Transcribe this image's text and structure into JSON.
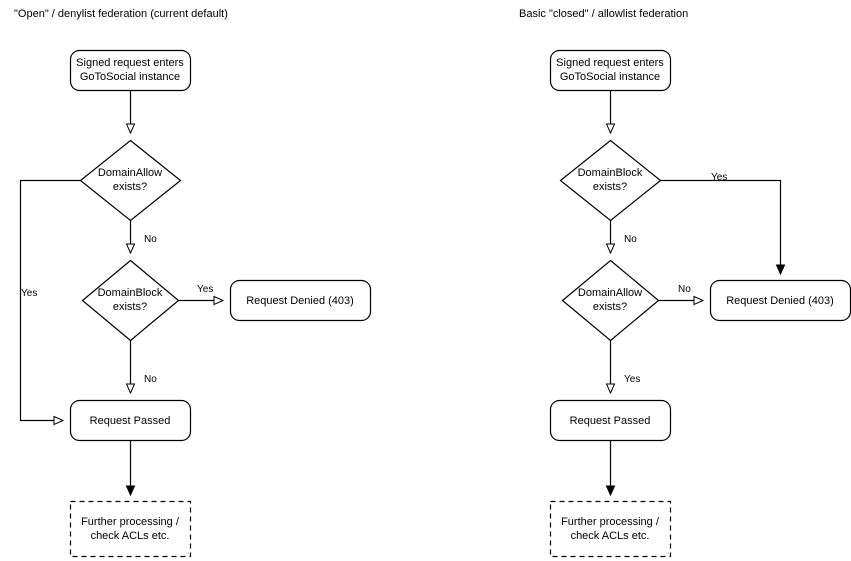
{
  "page": {
    "background": "#ffffff",
    "stroke_color": "#000000",
    "text_color": "#000000"
  },
  "diagrams": [
    {
      "id": "open-denylist",
      "title": "\"Open\" / denylist federation (current default)",
      "nodes": [
        {
          "id": "start",
          "shape": "rounded-rect",
          "label": "Signed request enters\nGoToSocial instance"
        },
        {
          "id": "allow",
          "shape": "diamond",
          "label": "DomainAllow\nexists?"
        },
        {
          "id": "block",
          "shape": "diamond",
          "label": "DomainBlock\nexists?"
        },
        {
          "id": "denied",
          "shape": "rounded-rect",
          "label": "Request Denied (403)"
        },
        {
          "id": "passed",
          "shape": "rounded-rect",
          "label": "Request Passed"
        },
        {
          "id": "further",
          "shape": "dashed-rect",
          "label": "Further processing /\ncheck ACLs etc."
        }
      ],
      "edges": [
        {
          "from": "start",
          "to": "allow",
          "label": ""
        },
        {
          "from": "allow",
          "to": "passed",
          "label": "Yes"
        },
        {
          "from": "allow",
          "to": "block",
          "label": "No"
        },
        {
          "from": "block",
          "to": "denied",
          "label": "Yes"
        },
        {
          "from": "block",
          "to": "passed",
          "label": "No"
        },
        {
          "from": "passed",
          "to": "further",
          "label": ""
        }
      ]
    },
    {
      "id": "closed-allowlist",
      "title": "Basic \"closed\" / allowlist federation",
      "nodes": [
        {
          "id": "start",
          "shape": "rounded-rect",
          "label": "Signed request enters\nGoToSocial instance"
        },
        {
          "id": "block",
          "shape": "diamond",
          "label": "DomainBlock\nexists?"
        },
        {
          "id": "allow",
          "shape": "diamond",
          "label": "DomainAllow\nexists?"
        },
        {
          "id": "denied",
          "shape": "rounded-rect",
          "label": "Request Denied (403)"
        },
        {
          "id": "passed",
          "shape": "rounded-rect",
          "label": "Request Passed"
        },
        {
          "id": "further",
          "shape": "dashed-rect",
          "label": "Further processing /\ncheck ACLs etc."
        }
      ],
      "edges": [
        {
          "from": "start",
          "to": "block",
          "label": ""
        },
        {
          "from": "block",
          "to": "denied",
          "label": "Yes"
        },
        {
          "from": "block",
          "to": "allow",
          "label": "No"
        },
        {
          "from": "allow",
          "to": "denied",
          "label": "No"
        },
        {
          "from": "allow",
          "to": "passed",
          "label": "Yes"
        },
        {
          "from": "passed",
          "to": "further",
          "label": ""
        }
      ]
    }
  ],
  "labels": {
    "left": {
      "title": "\"Open\" / denylist federation (current default)",
      "start": "Signed request enters\nGoToSocial instance",
      "allow": "DomainAllow\nexists?",
      "block": "DomainBlock\nexists?",
      "denied": "Request Denied (403)",
      "passed": "Request Passed",
      "further": "Further processing /\ncheck ACLs etc.",
      "edge_allow_yes": "Yes",
      "edge_allow_no": "No",
      "edge_block_yes": "Yes",
      "edge_block_no": "No"
    },
    "right": {
      "title": "Basic \"closed\" / allowlist federation",
      "start": "Signed request enters\nGoToSocial instance",
      "block": "DomainBlock\nexists?",
      "allow": "DomainAllow\nexists?",
      "denied": "Request Denied (403)",
      "passed": "Request Passed",
      "further": "Further processing /\ncheck ACLs etc.",
      "edge_block_yes": "Yes",
      "edge_block_no": "No",
      "edge_allow_no": "No",
      "edge_allow_yes": "Yes"
    }
  }
}
